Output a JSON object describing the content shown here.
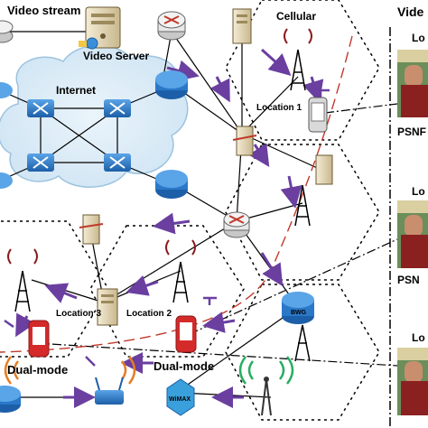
{
  "labels": {
    "video_stream": "Video stream",
    "video_server": "Video Server",
    "internet": "Internet",
    "cellular": "Cellular",
    "location1": "Location 1",
    "location2": "Location 2",
    "location3": "Location 3",
    "dual_mode_left": "Dual-mode",
    "dual_mode_right": "Dual-mode",
    "bwg": "BWG",
    "wimax": "WiMAX"
  },
  "panel": {
    "title": "Vide",
    "loc_top": "Lo",
    "loc_mid": "Lo",
    "loc_bot": "Lo",
    "psnr_top": "PSNF",
    "psnr_mid": "PSN"
  },
  "colors": {
    "arrow": "#6a3fa0",
    "router": "#2a78c8",
    "mobile": "#d42a2a",
    "server": "#e8dcc0",
    "wimax": "#3aa0dc",
    "dashed_red": "#c0392b"
  }
}
